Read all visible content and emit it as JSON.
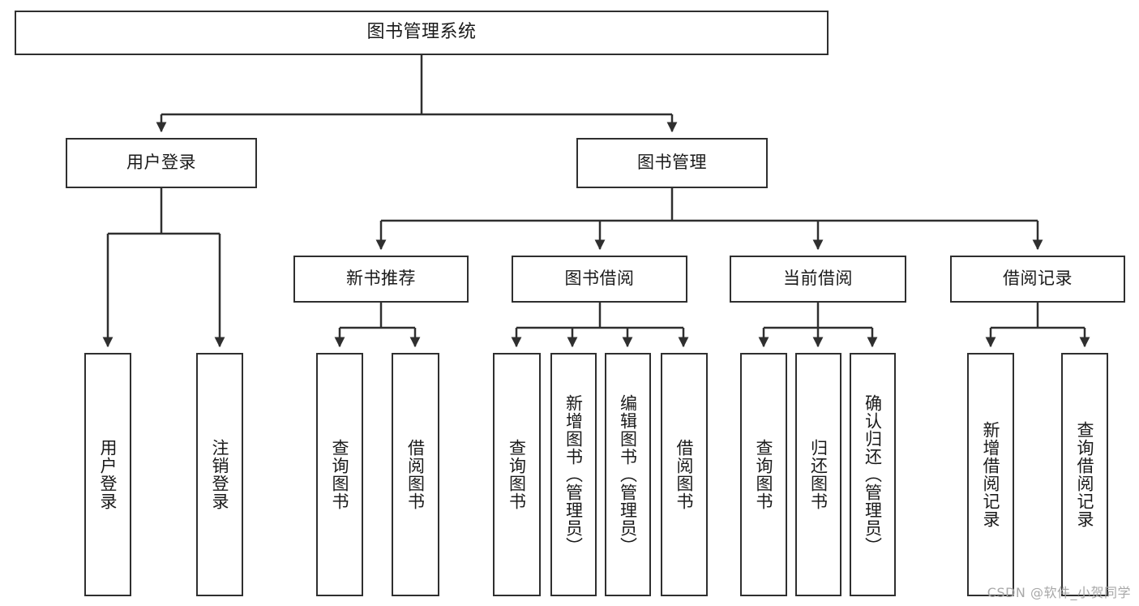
{
  "diagram": {
    "title": "图书管理系统",
    "watermark": "CSDN @软件_小贺同学",
    "colors": {
      "stroke": "#2f2f2f",
      "fill": "#ffffff",
      "text": "#1a1a1a",
      "watermark": "#a8a8a8"
    },
    "levels": {
      "root": [
        "图书管理系统"
      ],
      "level1": [
        "用户登录",
        "图书管理"
      ],
      "level2": [
        "新书推荐",
        "图书借阅",
        "当前借阅",
        "借阅记录"
      ],
      "level3": [
        "用户登录",
        "注销登录",
        "查询图书",
        "借阅图书",
        "查询图书",
        "新增图书（管理员）",
        "编辑图书（管理员）",
        "借阅图书",
        "查询图书",
        "归还图书",
        "确认归还（管理员）",
        "新增借阅记录",
        "查询借阅记录"
      ]
    },
    "nodes": {
      "root": {
        "label": "图书管理系统"
      },
      "user_login": {
        "label": "用户登录"
      },
      "book_manage": {
        "label": "图书管理"
      },
      "new_book_rec": {
        "label": "新书推荐"
      },
      "book_borrow": {
        "label": "图书借阅"
      },
      "current_borrow": {
        "label": "当前借阅"
      },
      "borrow_record": {
        "label": "借阅记录"
      },
      "leaf_user_login": {
        "label": "用户登录"
      },
      "leaf_user_logout": {
        "label": "注销登录"
      },
      "leaf_rec_query": {
        "label": "查询图书"
      },
      "leaf_rec_borrow": {
        "label": "借阅图书"
      },
      "leaf_borrow_query": {
        "label": "查询图书"
      },
      "leaf_borrow_add": {
        "label": "新增图书（管理员）"
      },
      "leaf_borrow_edit": {
        "label": "编辑图书（管理员）"
      },
      "leaf_borrow_borrow": {
        "label": "借阅图书"
      },
      "leaf_cur_query": {
        "label": "查询图书"
      },
      "leaf_cur_return": {
        "label": "归还图书"
      },
      "leaf_cur_confirm": {
        "label": "确认归还（管理员）"
      },
      "leaf_rec_add": {
        "label": "新增借阅记录"
      },
      "leaf_rec_query2": {
        "label": "查询借阅记录"
      }
    }
  }
}
